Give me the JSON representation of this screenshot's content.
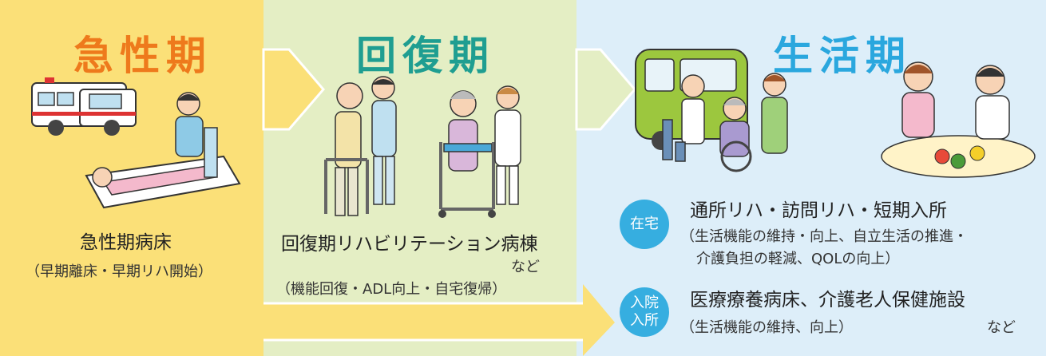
{
  "colors": {
    "acute_bg": "#fbe078",
    "recovery_bg": "#e4eec4",
    "life_bg": "#ddeef9",
    "acute_title": "#ee7a1c",
    "recovery_title": "#1f9e91",
    "life_title": "#2aa7de",
    "badge": "#36aee0"
  },
  "phases": {
    "acute": {
      "title": "急性期",
      "facility": "急性期病床",
      "note": "（早期離床・早期リハ開始）"
    },
    "recovery": {
      "title": "回復期",
      "facility": "回復期リハビリテーション病棟",
      "etc": "など",
      "note": "（機能回復・ADL向上・自宅復帰）"
    },
    "life": {
      "title": "生活期",
      "home": {
        "badge": "在宅",
        "title": "通所リハ・訪問リハ・短期入所",
        "note_line1": "（生活機能の維持・向上、自立生活の推進・",
        "note_line2": "介護負担の軽減、QOLの向上）"
      },
      "inpatient": {
        "badge_line1": "入院",
        "badge_line2": "入所",
        "title": "医療療養病床、介護老人保健施設",
        "note": "（生活機能の維持、向上）",
        "etc": "など"
      }
    }
  },
  "illustrations": [
    "ambulance-illustration",
    "patient-bed-illustration",
    "walker-rehab-illustration",
    "wheelchair-care-illustration",
    "table-activity-illustration"
  ]
}
